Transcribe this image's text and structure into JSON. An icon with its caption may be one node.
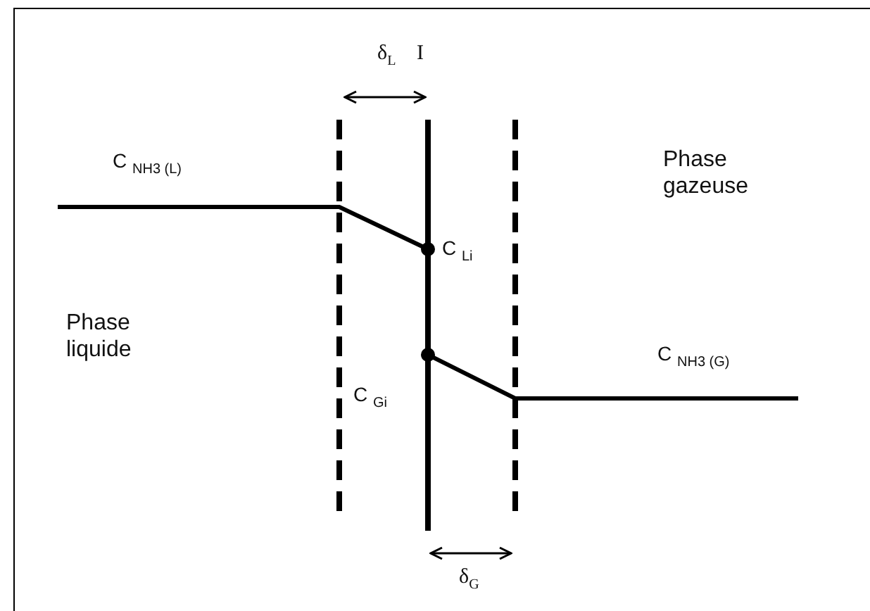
{
  "diagram": {
    "labels": [
      "δ$_{L}$",
      "I",
      "C $_{NH3 (L)}$",
      "Phase gazeuse",
      "C $_{Li}$",
      "Phase liquide",
      "C $_{NH3 (G)}$",
      "C $_{Gi}$",
      "δ$_{G}$"
    ]
  }
}
